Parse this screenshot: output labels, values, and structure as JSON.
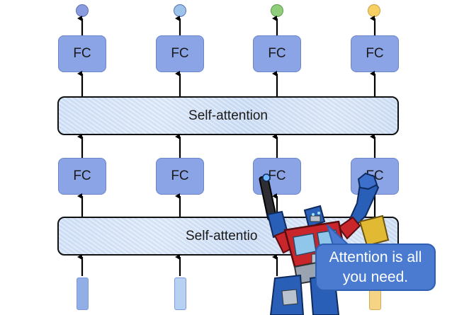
{
  "layers": {
    "fc_label": "FC",
    "self_attention_label": "Self-attention",
    "self_attention_bottom_visible": "Self-attentio"
  },
  "outputs": {
    "colors": [
      "#8a9be0",
      "#9cc4ea",
      "#8fcf7c",
      "#f7cf63"
    ]
  },
  "inputs": {
    "colors": [
      "#92aee6",
      "#b6d1f1",
      "#a9d9a0",
      "#f5d486"
    ]
  },
  "speech_bubble": {
    "text": "Attention is all you need."
  },
  "colors": {
    "fc_fill": "#8aa4e6",
    "arrow": "#000000",
    "bubble_fill": "#4a7bd1",
    "robot_red": "#c8262b",
    "robot_blue": "#2a5fb8"
  }
}
